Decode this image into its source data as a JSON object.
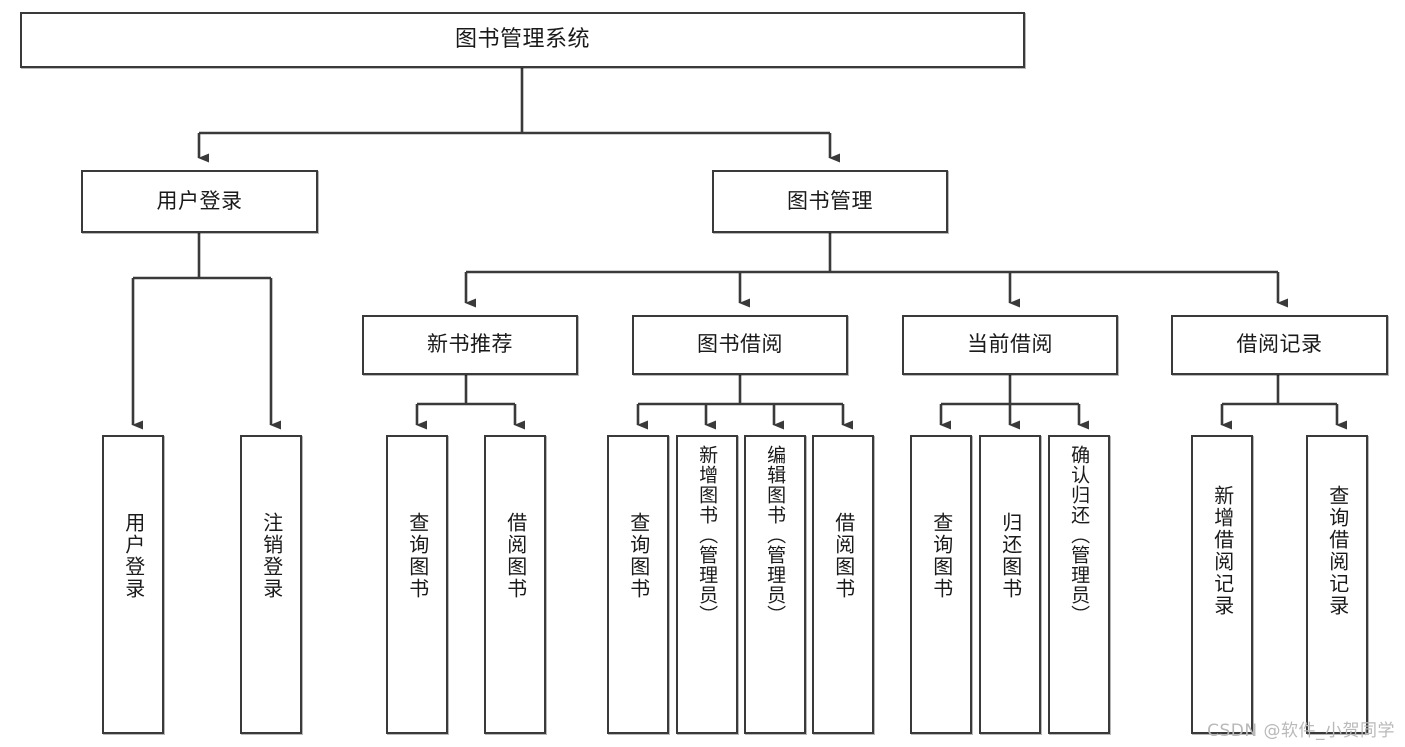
{
  "diagram": {
    "type": "tree-hierarchy",
    "title": "图书管理系统",
    "watermark": "CSDN @软件_小贺同学",
    "colors": {
      "box_border": "#3a3a3a",
      "box_fill": "#ffffff",
      "connector": "#3a3a3a",
      "text": "#1a1a1a",
      "watermark": "#b9b9b9",
      "background": "#ffffff"
    },
    "root": {
      "label": "图书管理系统"
    },
    "level1": [
      {
        "label": "用户登录"
      },
      {
        "label": "图书管理"
      }
    ],
    "level2": [
      {
        "label": "新书推荐"
      },
      {
        "label": "图书借阅"
      },
      {
        "label": "当前借阅"
      },
      {
        "label": "借阅记录"
      }
    ],
    "leaves": {
      "user_login": [
        {
          "label": "用户登录"
        },
        {
          "label": "注销登录"
        }
      ],
      "new_book_recommend": [
        {
          "label": "查询图书"
        },
        {
          "label": "借阅图书"
        }
      ],
      "book_borrow": [
        {
          "label": "查询图书"
        },
        {
          "label": "新增图书（管理员）"
        },
        {
          "label": "编辑图书（管理员）"
        },
        {
          "label": "借阅图书"
        }
      ],
      "current_borrow": [
        {
          "label": "查询图书"
        },
        {
          "label": "归还图书"
        },
        {
          "label": "确认归还（管理员）"
        }
      ],
      "borrow_record": [
        {
          "label": "新增借阅记录"
        },
        {
          "label": "查询借阅记录"
        }
      ]
    }
  }
}
